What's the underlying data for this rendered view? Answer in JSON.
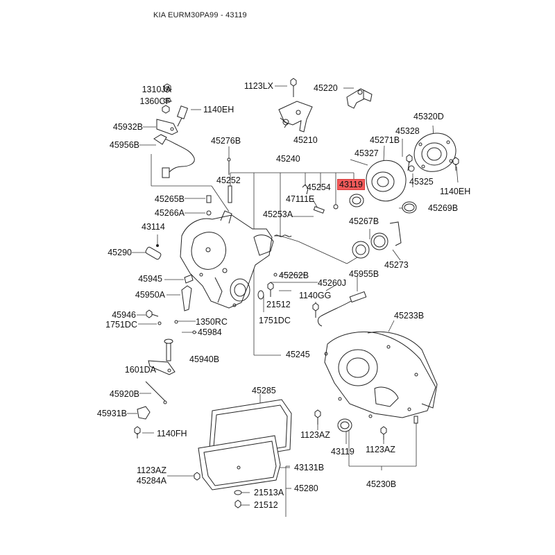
{
  "header": {
    "title": "KIA EURM30PA99 - 43119"
  },
  "highlight": {
    "part": "43119",
    "color": "#f25a5a"
  },
  "labels": {
    "p1310JA": "1310JA",
    "p1360CF": "1360CF",
    "p1140EH_a": "1140EH",
    "p45932B": "45932B",
    "p45956B": "45956B",
    "p1123LX": "1123LX",
    "p45220": "45220",
    "p45210": "45210",
    "p45276B": "45276B",
    "p45240": "45240",
    "p45252": "45252",
    "p45254": "45254",
    "p43119_top": "43119",
    "p47111E": "47111E",
    "p45253A": "45253A",
    "p45271B": "45271B",
    "p45320D": "45320D",
    "p45328": "45328",
    "p45327": "45327",
    "p45325": "45325",
    "p1140EH_b": "1140EH",
    "p45269B": "45269B",
    "p45265B": "45265B",
    "p45266A": "45266A",
    "p43114": "43114",
    "p45290": "45290",
    "p45267B": "45267B",
    "p45273": "45273",
    "p45945": "45945",
    "p45262B": "45262B",
    "p45260J": "45260J",
    "p45955B": "45955B",
    "p45950A": "45950A",
    "p21512_a": "21512",
    "p1140GG": "1140GG",
    "p45946": "45946",
    "p1751DC_a": "1751DC",
    "p1751DC_b": "1751DC",
    "p1350RC": "1350RC",
    "p45984": "45984",
    "p45233B": "45233B",
    "p45940B": "45940B",
    "p45245": "45245",
    "p1601DA": "1601DA",
    "p45285": "45285",
    "p45920B": "45920B",
    "p45931B": "45931B",
    "p1140FH": "1140FH",
    "p1123AZ_a": "1123AZ",
    "p43119_bottom": "43119",
    "p1123AZ_b": "1123AZ",
    "p1123AZ_c": "1123AZ",
    "p45284A": "45284A",
    "p43131B": "43131B",
    "p45280": "45280",
    "p45230B": "45230B",
    "p21513A": "21513A",
    "p21512_b": "21512"
  }
}
